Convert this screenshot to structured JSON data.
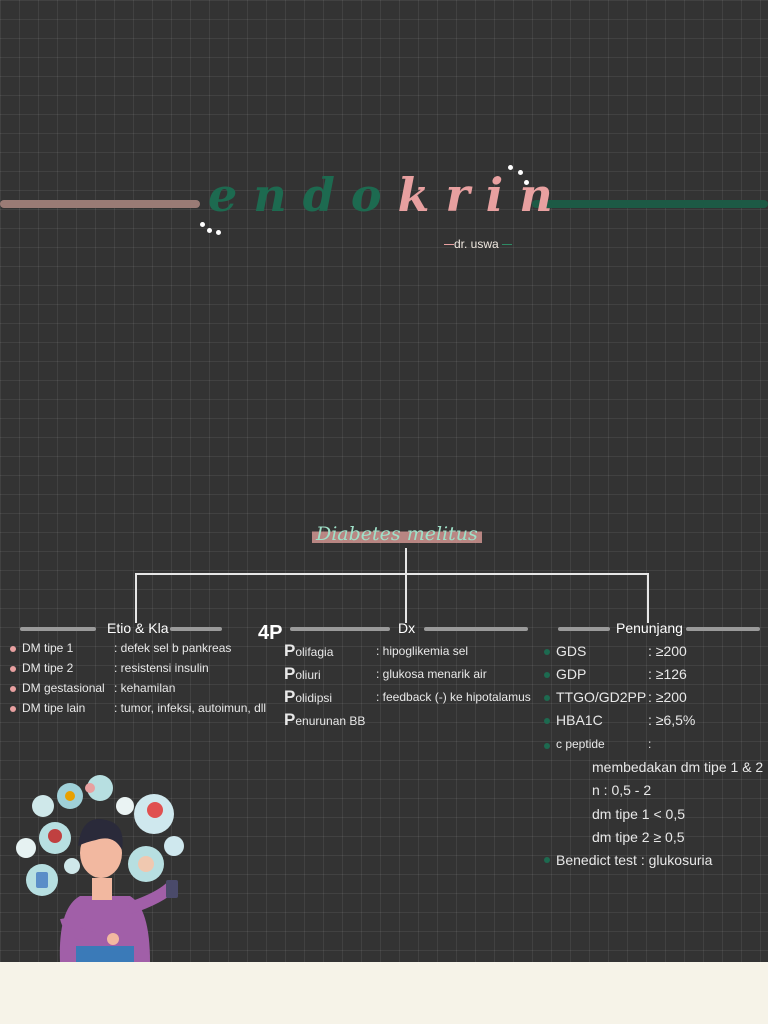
{
  "colors": {
    "background": "#333333",
    "grid": "rgba(255,255,255,0.07)",
    "accent_green": "#1d5a45",
    "accent_pink": "#e8a0a0",
    "rose_bar": "#9a7b75",
    "white": "#ffffff",
    "gray_line": "#9a9a9a"
  },
  "header": {
    "title_letters": [
      "e",
      "n",
      "d",
      "o",
      "k",
      "r",
      "i",
      "n"
    ],
    "subtitle": "dr. uswa"
  },
  "mindmap": {
    "root": "Diabetes melitus",
    "etio": {
      "heading": "Etio & Kla",
      "items": [
        {
          "term": "DM tipe 1",
          "desc": ": defek sel b pankreas"
        },
        {
          "term": "DM tipe 2",
          "desc": ": resistensi insulin"
        },
        {
          "term": "DM gestasional",
          "desc": ": kehamilan"
        },
        {
          "term": "DM tipe lain",
          "desc": ": tumor, infeksi, autoimun, dll"
        }
      ]
    },
    "dx": {
      "heading": "Dx",
      "tag": "4P",
      "items": [
        {
          "cap": "P",
          "rest": "olifagia",
          "desc": ": hipoglikemia sel"
        },
        {
          "cap": "P",
          "rest": "oliuri",
          "desc": ": glukosa menarik air"
        },
        {
          "cap": "P",
          "rest": "olidipsi",
          "desc": ": feedback (-) ke hipotalamus"
        },
        {
          "cap": "P",
          "rest": "enurunan BB",
          "desc": ""
        }
      ]
    },
    "penunjang": {
      "heading": "Penunjang",
      "items": [
        {
          "term": "GDS",
          "desc": ": ≥200"
        },
        {
          "term": "GDP",
          "desc": ": ≥126"
        },
        {
          "term": "TTGO/GD2PP",
          "desc": ": ≥200"
        },
        {
          "term": "HBA1C",
          "desc": ": ≥6,5%"
        },
        {
          "term": "c peptide",
          "desc": ":"
        }
      ],
      "cpeptide_notes": [
        "membedakan dm tipe 1 & 2",
        "n : 0,5 - 2",
        "dm tipe 1 < 0,5",
        "dm tipe 2 ≥ 0,5"
      ],
      "last_item": "Benedict test : glukosuria"
    }
  },
  "illustration": {
    "icon": "doctor-with-medical-icons-illustration"
  }
}
